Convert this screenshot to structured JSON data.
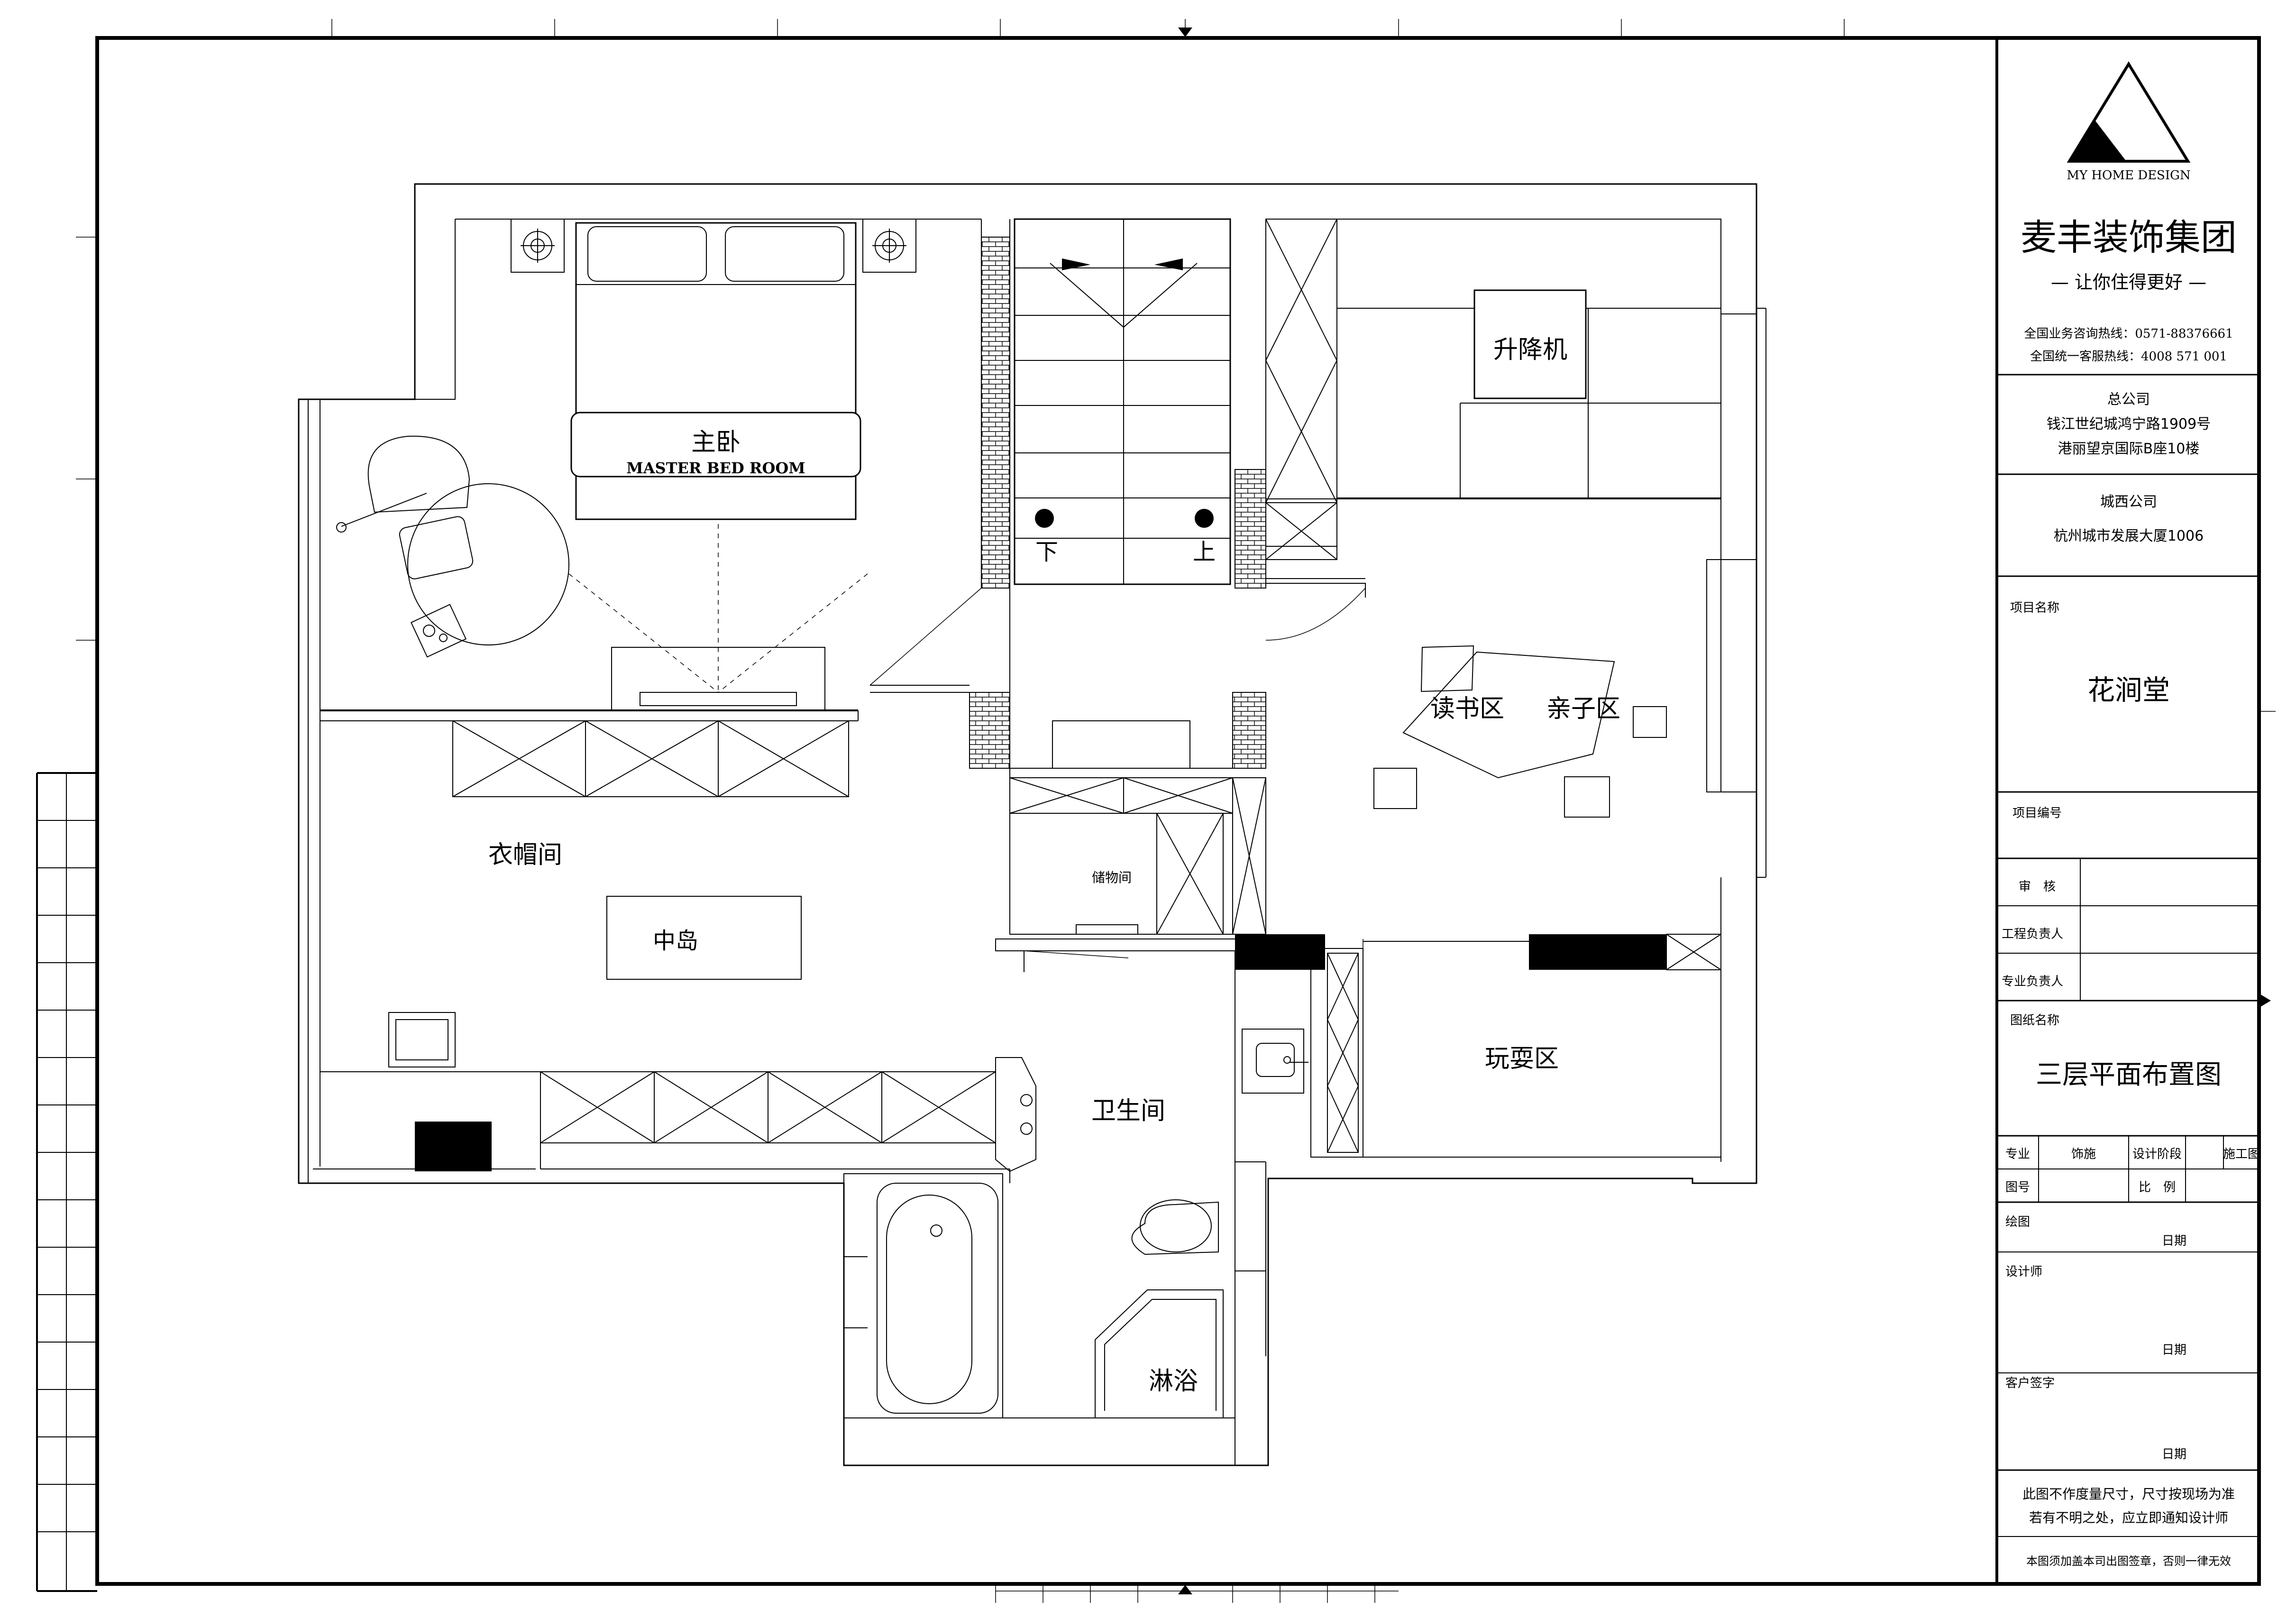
{
  "rooms": {
    "master_bedroom": "主卧",
    "master_bedroom_en": "MASTER BED ROOM",
    "closet": "衣帽间",
    "island": "中岛",
    "storage": "储物间",
    "bathroom": "卫生间",
    "shower": "淋浴",
    "lift": "升降机",
    "reading_area": "读书区",
    "parent_child_area": "亲子区",
    "play_area": "玩耍区",
    "stair_down": "下",
    "stair_up": "上"
  },
  "title_block": {
    "logo_text": "MY HOME DESIGN",
    "company": "麦丰装饰集团",
    "slogan": "— 让你住得更好 —",
    "hotline_1": "全国业务咨询热线：0571-88376661",
    "hotline_2": "全国统一客服热线：4008 571 001",
    "hq_label": "总公司",
    "hq_addr_1": "钱江世纪城鸿宁路1909号",
    "hq_addr_2": "港丽望京国际B座10楼",
    "west_label": "城西公司",
    "west_addr": "杭州城市发展大厦1006",
    "project_name_label": "项目名称",
    "project_name": "花涧堂",
    "project_no_label": "项目编号",
    "review_label": "审　核",
    "engineering_label": "工程负责人",
    "professional_label": "专业负责人",
    "drawing_name_label": "图纸名称",
    "drawing_name": "三层平面布置图",
    "discipline_label": "专业",
    "discipline_value": "饰施",
    "stage_label": "设计阶段",
    "stage_value": "施工图",
    "drawing_no_label": "图号",
    "scale_label": "比　例",
    "drawn_label": "绘图",
    "designer_label": "设计师",
    "client_label": "客户签字",
    "date_label": "日期",
    "note_1": "此图不作度量尺寸，尺寸按现场为准",
    "note_2": "若有不明之处，应立即通知设计师",
    "note_3": "本图须加盖本司出图签章，否则一律无效"
  }
}
